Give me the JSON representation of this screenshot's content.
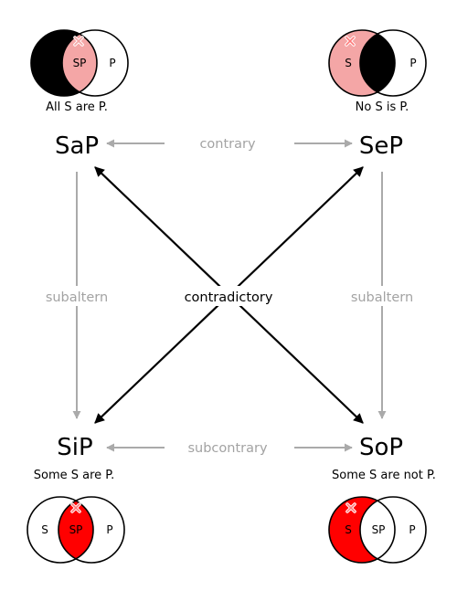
{
  "colors": {
    "black_fill": "#000000",
    "light_red": "#f4a6a6",
    "red": "#ff0000",
    "gray_line": "#aaaaaa",
    "gray_text": "#a3a3a3",
    "black_line": "#000000",
    "cross_light": "#ffffff",
    "cross_dark": "#ff7a7a"
  },
  "corners": {
    "a": {
      "symbol": "SaP",
      "caption": "All S are P."
    },
    "e": {
      "symbol": "SeP",
      "caption": "No S is P."
    },
    "i": {
      "symbol": "SiP",
      "caption": "Some S are P."
    },
    "o": {
      "symbol": "SoP",
      "caption": "Some S are not P."
    }
  },
  "relations": {
    "contrary": "contrary",
    "subcontrary": "subcontrary",
    "subaltern_left": "subaltern",
    "subaltern_right": "subaltern",
    "contradictory": "contradictory"
  },
  "venn": {
    "a": {
      "left": "",
      "center": "SP",
      "right": "P",
      "marks": "cross-icon"
    },
    "e": {
      "left": "S",
      "center": "",
      "right": "P",
      "marks": "cross-icon"
    },
    "i": {
      "left": "S",
      "center": "SP",
      "right": "P",
      "marks": "cross-icon"
    },
    "o": {
      "left": "S",
      "center": "SP",
      "right": "P",
      "marks": "cross-icon"
    }
  }
}
